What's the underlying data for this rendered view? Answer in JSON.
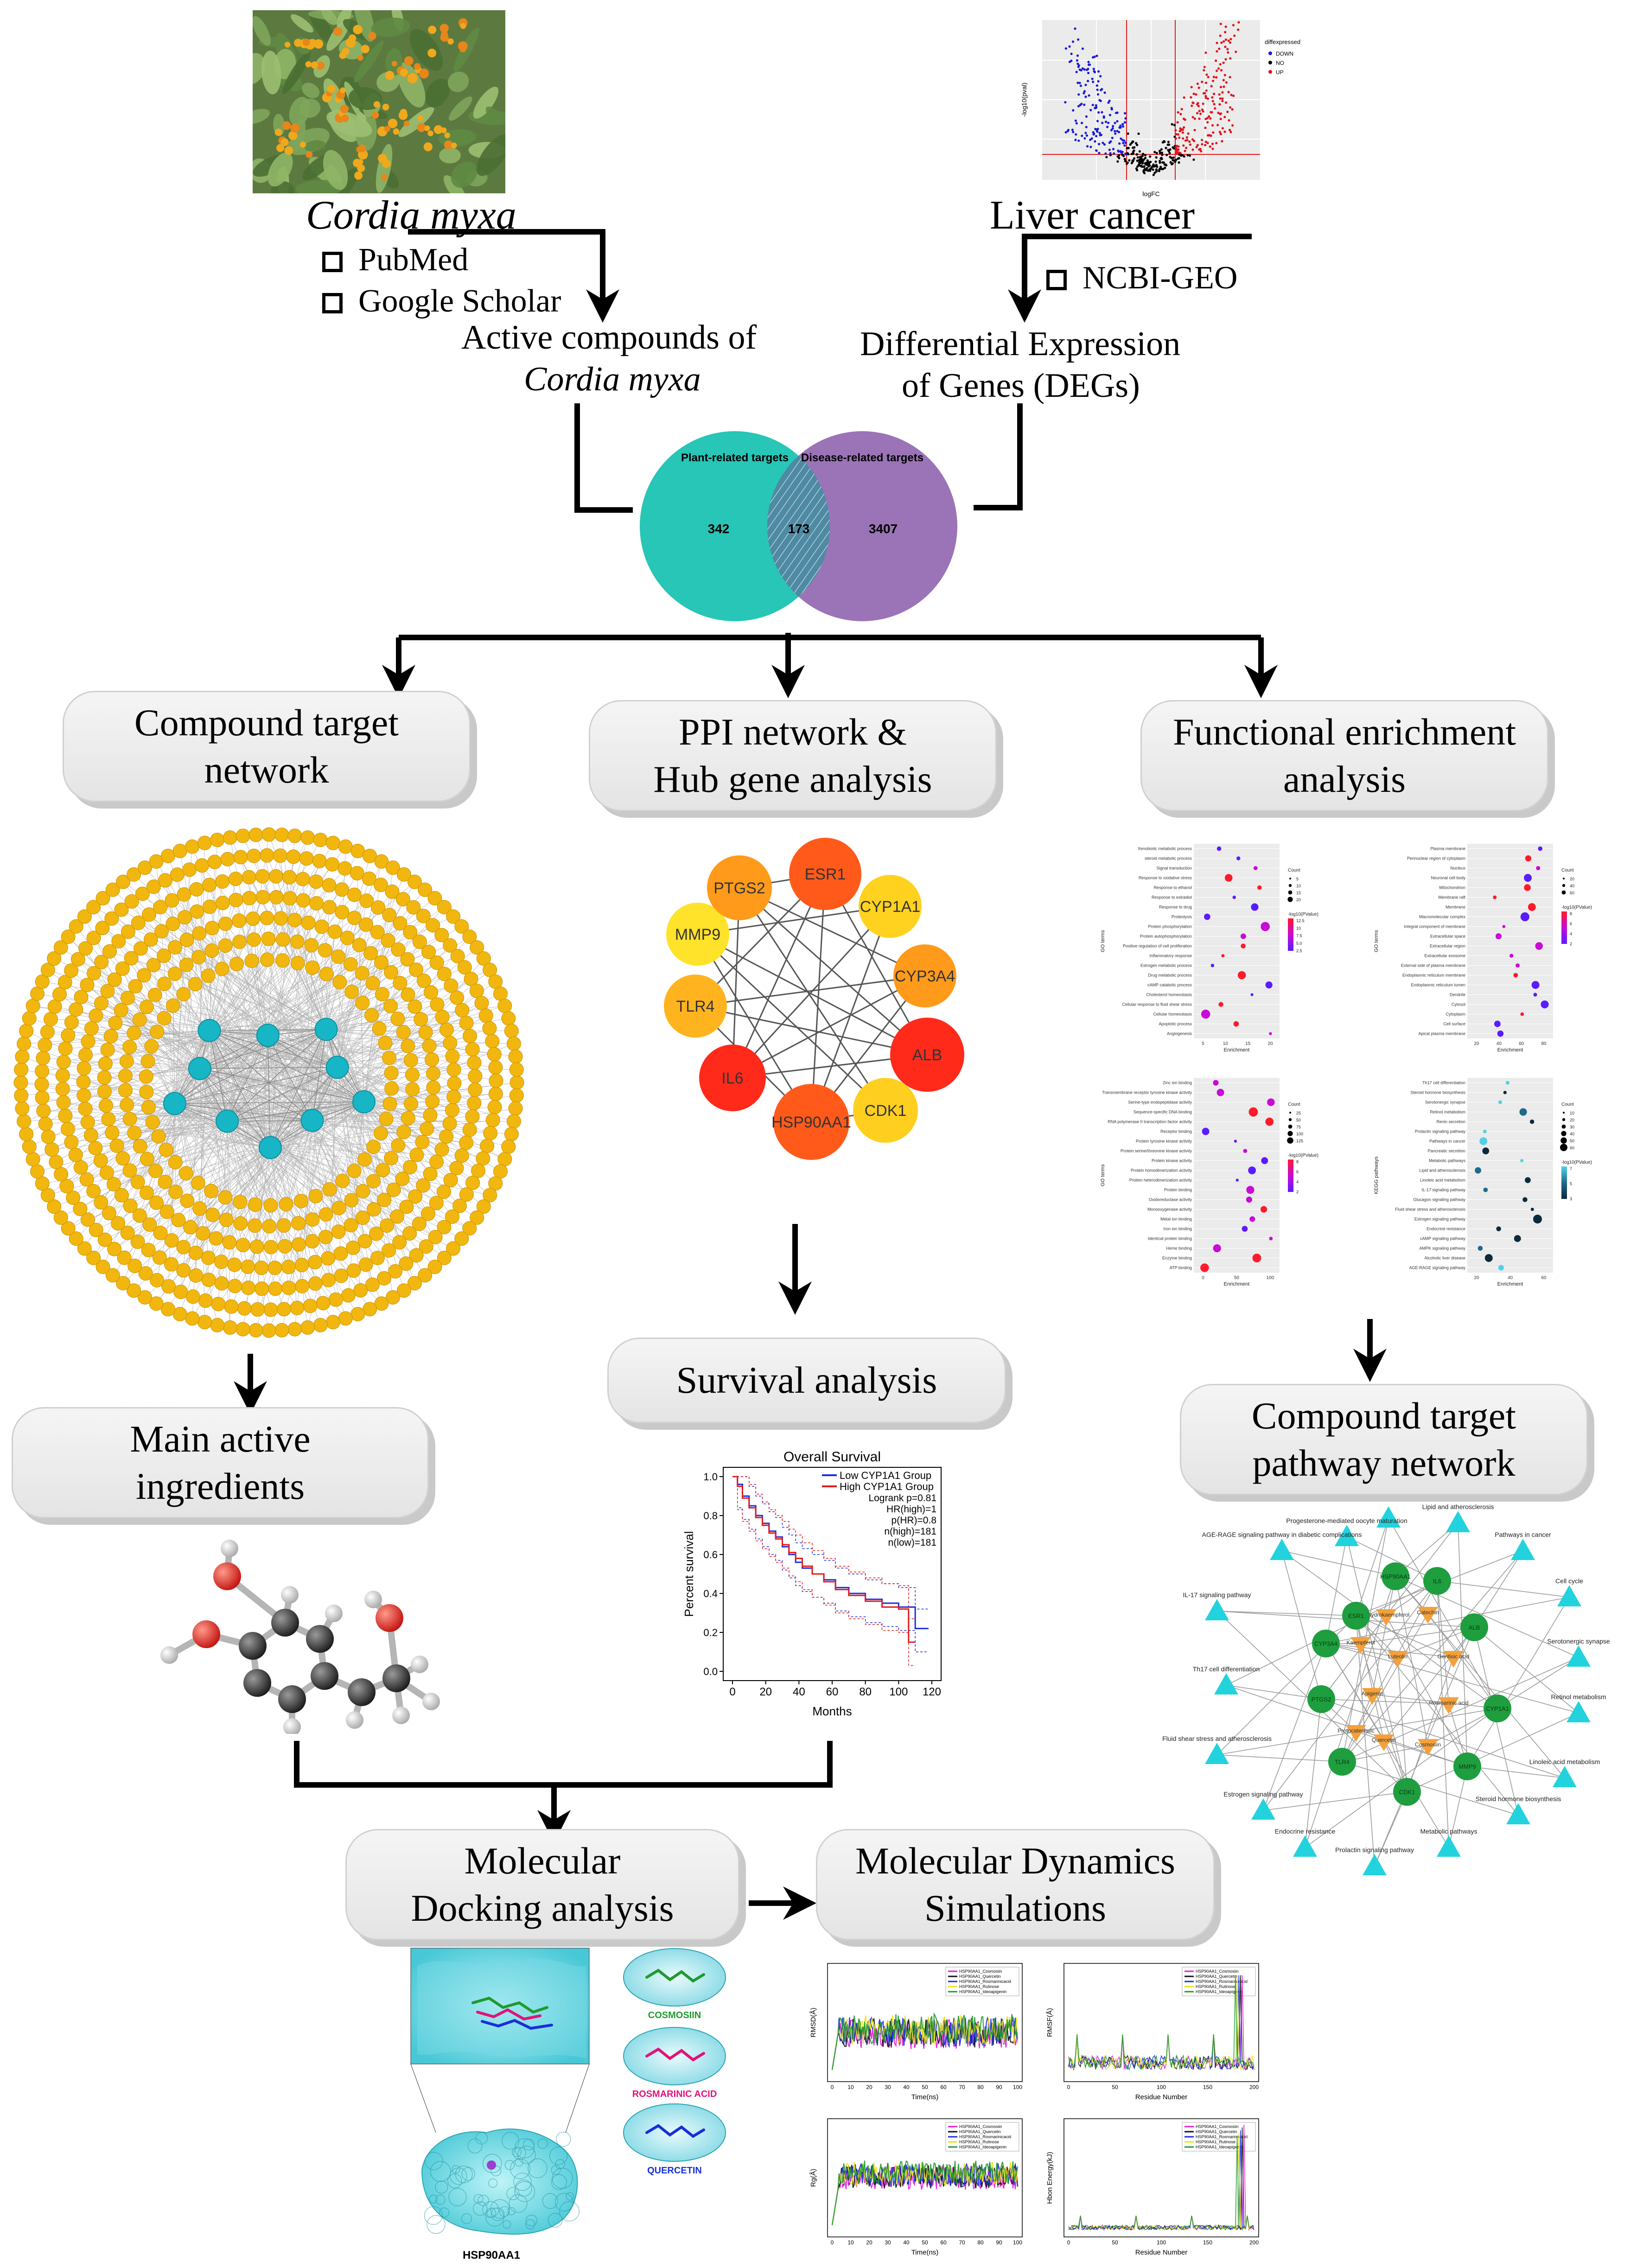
{
  "sources": {
    "plant": {
      "name": "Cordia myxa",
      "databases": [
        "PubMed",
        "Google Scholar"
      ],
      "output_line1": "Active compounds of",
      "output_line2": "Cordia myxa"
    },
    "disease": {
      "name": "Liver cancer",
      "databases": [
        "NCBI-GEO"
      ],
      "output_line1": "Differential Expression",
      "output_line2": "of Genes (DEGs)"
    }
  },
  "volcano": {
    "xlabel": "logFC",
    "ylabel": "-log10(pval)",
    "legend_title": "diffexpressed",
    "legend": [
      "DOWN",
      "NO",
      "UP"
    ],
    "colors": {
      "down": "#1a1adb",
      "no": "#000000",
      "up": "#e3121a"
    }
  },
  "venn": {
    "left_label": "Plant-related targets",
    "right_label": "Disease-related targets",
    "left_only": "342",
    "overlap": "173",
    "right_only": "3407",
    "left_color": "#27c6b6",
    "right_color": "#9a74b7"
  },
  "steps": {
    "compound_target": "Compound target\nnetwork",
    "ppi": "PPI network &\nHub gene analysis",
    "functional": "Functional enrichment\nanalysis",
    "main_active": "Main active\ningredients",
    "survival": "Survival analysis",
    "ctp_network": "Compound target\npathway network",
    "docking": "Molecular\nDocking analysis",
    "md": "Molecular Dynamics\nSimulations"
  },
  "ppi_nodes": [
    {
      "label": "ESR1",
      "color": "#ff5a1a"
    },
    {
      "label": "CYP1A1",
      "color": "#ffd21f"
    },
    {
      "label": "CYP3A4",
      "color": "#ff9a1a"
    },
    {
      "label": "ALB",
      "color": "#ff2a1a"
    },
    {
      "label": "CDK1",
      "color": "#ffcf1f"
    },
    {
      "label": "HSP90AA1",
      "color": "#ff5a1a"
    },
    {
      "label": "IL6",
      "color": "#ff2a1a"
    },
    {
      "label": "TLR4",
      "color": "#ffb41f"
    },
    {
      "label": "MMP9",
      "color": "#ffe22a"
    },
    {
      "label": "PTGS2",
      "color": "#ff9a1a"
    }
  ],
  "survival_plot": {
    "title": "Overall Survival",
    "xlabel": "Months",
    "ylabel": "Percent survival",
    "legend": [
      "Low CYP1A1 Group",
      "High CYP1A1 Group"
    ],
    "stats": [
      "Logrank p=0.81",
      "HR(high)=1",
      "p(HR)=0.8",
      "n(high)=181",
      "n(low)=181"
    ],
    "x_ticks": [
      "0",
      "20",
      "40",
      "60",
      "80",
      "100",
      "120"
    ],
    "y_ticks": [
      "0.0",
      "0.2",
      "0.4",
      "0.6",
      "0.8",
      "1.0"
    ],
    "colors": {
      "low": "#1b2ee0",
      "high": "#e31b1b"
    }
  },
  "enrichment": {
    "panel1": {
      "ylabel": "GO terms",
      "xlabel": "Enrichment",
      "terms": [
        "Xenobiotic metabolic process",
        "steroid metabolic process",
        "Signal transduction",
        "Response to oxidative stress",
        "Response to ethanol",
        "Response to estradiol",
        "Response to drug",
        "Proteolysis",
        "Protein phosphorylation",
        "Protein autophosphorylation",
        "Positive regulation of cell proliferation",
        "Inflammatory response",
        "Estrogen metabolic process",
        "Drug metabolic process",
        "cAMP catabolic process",
        "Cholesterol homeostasis",
        "Cellular response to fluid shear stress",
        "Cellular homeostasis",
        "Apoptotic process",
        "Angiogenesis"
      ],
      "x_ticks": [
        "5",
        "10",
        "15",
        "20"
      ],
      "size_title": "Count",
      "size_values": [
        "5",
        "10",
        "15",
        "20"
      ],
      "color_title": "-log10(PValue)",
      "color_values": [
        "12.5",
        "10",
        "7.5",
        "5.0",
        "2.5"
      ]
    },
    "panel2": {
      "ylabel": "GO terms",
      "xlabel": "Enrichment",
      "terms": [
        "Plasma membrane",
        "Perinuclear region of cytoplasm",
        "Nucleus",
        "Neuronal cell body",
        "Mitochondrion",
        "Membrane raft",
        "Membrane",
        "Macromolecular complex",
        "Integral component of membrane",
        "Extracellular space",
        "Extracellular region",
        "Extracellular exosome",
        "External side of plasma membrane",
        "Endoplasmic reticulum membrane",
        "Endoplasmic reticulum lumen",
        "Dendrite",
        "Cytosol",
        "Cytoplasm",
        "Cell surface",
        "Apical plasma membrane"
      ],
      "x_ticks": [
        "20",
        "40",
        "60",
        "80"
      ],
      "size_title": "Count",
      "size_values": [
        "20",
        "40",
        "60"
      ],
      "color_title": "-log10(PValue)",
      "color_values": [
        "8",
        "6",
        "4",
        "2"
      ]
    },
    "panel3": {
      "ylabel": "GO terms",
      "xlabel": "Enrichment",
      "terms": [
        "Zinc ion binding",
        "Transmembrane receptor tyrosine kinase activity",
        "Serine-type endopeptidase activity",
        "Sequence-specific DNA binding",
        "RNA polymerase II transcription factor activity",
        "Receptor binding",
        "Protein tyrosine kinase activity",
        "Protein serine/threonine kinase activity",
        "Protein kinase activity",
        "Protein homodimerization activity",
        "Protein heterodimerization activity",
        "Protein binding",
        "Oxidoreductase activity",
        "Monooxygenase activity",
        "Metal ion binding",
        "Iron ion binding",
        "Identical protein binding",
        "Heme binding",
        "Enzyme binding",
        "ATP binding"
      ],
      "x_ticks": [
        "0",
        "50",
        "100"
      ],
      "size_title": "Count",
      "size_values": [
        "25",
        "50",
        "75",
        "100",
        "125"
      ],
      "color_title": "-log10(PValue)",
      "color_values": [
        "8",
        "6",
        "4",
        "2"
      ]
    },
    "panel4": {
      "ylabel": "KEGG pathways",
      "xlabel": "Enrichment",
      "terms": [
        "Th17 cell differentiation",
        "Steroid hormone biosynthesis",
        "Serotonergic synapse",
        "Retinol metabolism",
        "Renin secretion",
        "Prolactin signaling pathway",
        "Pathways in cancer",
        "Pancreatic secretion",
        "Metabolic pathways",
        "Lipid and atherosclerosis",
        "Linoleic acid metabolism",
        "IL-17 signaling pathway",
        "Glucagon signaling pathway",
        "Fluid shear stress and atherosclerosis",
        "Estrogen signaling pathway",
        "Endocrine resistance",
        "cAMP signaling pathway",
        "AMPK signaling pathway",
        "Alcoholic liver disease",
        "AGE-RAGE signaling pathway"
      ],
      "x_ticks": [
        "20",
        "40",
        "60"
      ],
      "size_title": "Count",
      "size_values": [
        "10",
        "20",
        "30",
        "40",
        "50",
        "60"
      ],
      "color_title": "-log10(PValue)",
      "color_values": [
        "7",
        "5",
        "3"
      ]
    }
  },
  "ctp_network": {
    "genes": [
      "ESR1",
      "HSP90AA1",
      "IL6",
      "ALB",
      "CYP1A1",
      "MMP9",
      "CDK1",
      "TLR4",
      "PTGS2",
      "CYP3A4"
    ],
    "compounds": [
      "Kaempferol",
      "Dihydrokaempferol",
      "Catechin",
      "Gentisic acid",
      "Rosmarinic acid",
      "Cosmosiin",
      "Quercetin",
      "Protocatechuic",
      "Apigenin",
      "Luteolin"
    ],
    "pathways": [
      "Alcoholic liver disease",
      "Lipid and atherosclerosis",
      "Progesterone-mediated oocyte maturation",
      "Pathways in cancer",
      "AGE-RAGE signaling pathway in diabetic complications",
      "Cell cycle",
      "IL-17 signaling pathway",
      "Serotonergic synapse",
      "Th17 cell differentiation",
      "Retinol metabolism",
      "Fluid shear stress and atherosclerosis",
      "Linoleic acid metabolism",
      "Estrogen signaling pathway",
      "Steroid hormone biosynthesis",
      "Endocrine resistance",
      "Metabolic pathways",
      "Prolactin signaling pathway"
    ],
    "colors": {
      "gene": "#1e9e3e",
      "compound": "#f5a03a",
      "pathway": "#22d3dd"
    }
  },
  "docking": {
    "protein": "HSP90AA1",
    "ligands": [
      "COSMOSIIN",
      "ROSMARINIC ACID",
      "QUERCETIN"
    ],
    "ligand_colors": [
      "#1f9a2e",
      "#e2127a",
      "#1730d9"
    ]
  },
  "md_plots": {
    "legend": [
      "HSP90AA1_Cosmosiin",
      "HSP90AA1_Quercetin",
      "HSP90AA1_Rosmarinicacid",
      "HSP90AA1_Rutinose",
      "HSP90AA1_Ideoapigenin"
    ],
    "series_colors": [
      "#e41ad8",
      "#111111",
      "#1a2ee0",
      "#e8e21a",
      "#1f9a2e"
    ],
    "rmsd": {
      "ylabel": "RMSD(Å)",
      "xlabel": "Time(ns)",
      "x_ticks": [
        "0",
        "10",
        "20",
        "30",
        "40",
        "50",
        "60",
        "70",
        "80",
        "90",
        "100"
      ]
    },
    "rmsf": {
      "ylabel": "RMSF(Å)",
      "xlabel": "Residue Number",
      "x_ticks": [
        "0",
        "50",
        "100",
        "150",
        "200"
      ]
    },
    "rg": {
      "ylabel": "Rg(Å)",
      "xlabel": "Time(ns)",
      "x_ticks": [
        "0",
        "10",
        "20",
        "30",
        "40",
        "50",
        "60",
        "70",
        "80",
        "90",
        "100"
      ]
    },
    "hbond": {
      "ylabel": "Hbon Energy(kJ)",
      "xlabel": "Residue Number",
      "x_ticks": [
        "0",
        "50",
        "100",
        "150",
        "200"
      ]
    }
  }
}
